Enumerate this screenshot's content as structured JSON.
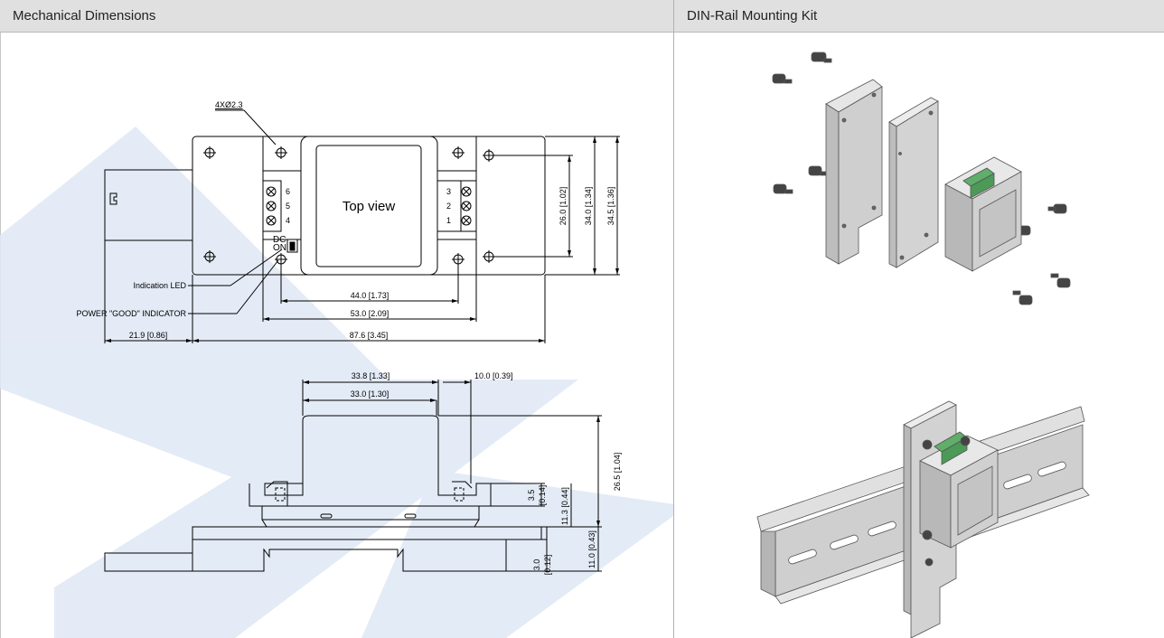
{
  "headers": {
    "left": "Mechanical Dimensions",
    "right": "DIN-Rail Mounting Kit"
  },
  "top_view": {
    "label": "Top view",
    "hole_callout": "4XØ2.3",
    "terminals_left": [
      "6",
      "5",
      "4"
    ],
    "terminals_right": [
      "3",
      "2",
      "1"
    ],
    "switch_labels": [
      "DC",
      "ON"
    ],
    "indication_led": "Indication LED",
    "power_good": "POWER \"GOOD\" INDICATOR",
    "dim_44": "44.0 [1.73]",
    "dim_53": "53.0 [2.09]",
    "dim_21_9": "21.9 [0.86]",
    "dim_87_6": "87.6 [3.45]",
    "dim_26": "26.0 [1.02]",
    "dim_34": "34.0 [1.34]",
    "dim_34_5": "34.5 [1.36]"
  },
  "side_view": {
    "dim_33_8": "33.8 [1.33]",
    "dim_33_0": "33.0 [1.30]",
    "dim_10": "10.0 [0.39]",
    "dim_26_5": "26.5 [1.04]",
    "dim_3_5": "3.5",
    "dim_0_14": "[0.14]",
    "dim_11_3": "11.3 [0.44]",
    "dim_3_0": "3.0",
    "dim_0_12": "[0.12]",
    "dim_11_0": "11.0 [0.43]"
  },
  "colors": {
    "watermark": "#dfe8f5",
    "header_bg": "#e0e0e0",
    "metal": "#cfcfcf",
    "terminal_green": "#5fae6a"
  }
}
